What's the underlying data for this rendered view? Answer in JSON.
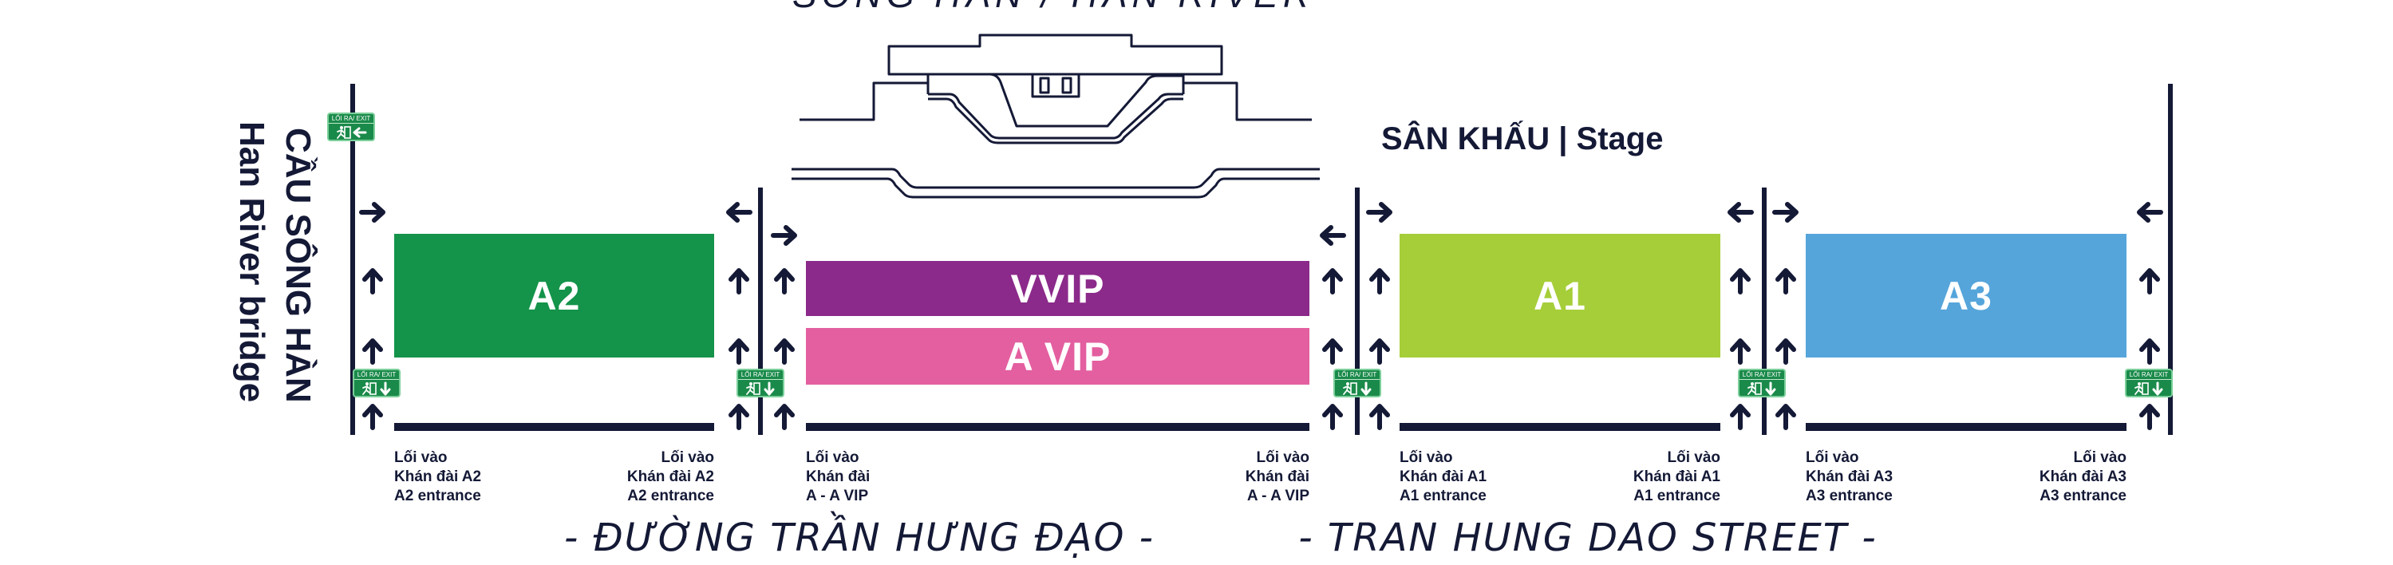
{
  "top_label": "SÔNG HÀN / HAN RIVER",
  "stage_label": "SÂN KHẤU | Stage",
  "bridge": {
    "line1": "CẦU SÔNG HÀN",
    "line2": "Han River bridge"
  },
  "exit_sign": {
    "label": "LỐI RA/ EXIT"
  },
  "zones": {
    "a2": {
      "label": "A2",
      "color": "#14934a"
    },
    "vvip": {
      "label": "VVIP",
      "color": "#8b2a8a"
    },
    "avip": {
      "label": "A VIP",
      "color": "#e35fa0"
    },
    "a1": {
      "label": "A1",
      "color": "#a6ce39"
    },
    "a3": {
      "label": "A3",
      "color": "#55a5db"
    }
  },
  "entrances": [
    {
      "l1": "Lối vào",
      "l2": "Khán đài A2",
      "l3": "A2 entrance"
    },
    {
      "l1": "Lối vào",
      "l2": "Khán đài A2",
      "l3": "A2 entrance"
    },
    {
      "l1": "Lối vào",
      "l2": "Khán đài",
      "l3": "A - A VIP"
    },
    {
      "l1": "Lối vào",
      "l2": "Khán đài",
      "l3": "A - A VIP"
    },
    {
      "l1": "Lối vào",
      "l2": "Khán đài A1",
      "l3": "A1 entrance"
    },
    {
      "l1": "Lối vào",
      "l2": "Khán đài A1",
      "l3": "A1 entrance"
    },
    {
      "l1": "Lối vào",
      "l2": "Khán đài A3",
      "l3": "A3 entrance"
    },
    {
      "l1": "Lối vào",
      "l2": "Khán đài A3",
      "l3": "A3 entrance"
    }
  ],
  "street": {
    "vi": "- ĐƯỜNG TRẦN HƯNG ĐẠO -",
    "en": "- TRAN HUNG DAO STREET -"
  }
}
